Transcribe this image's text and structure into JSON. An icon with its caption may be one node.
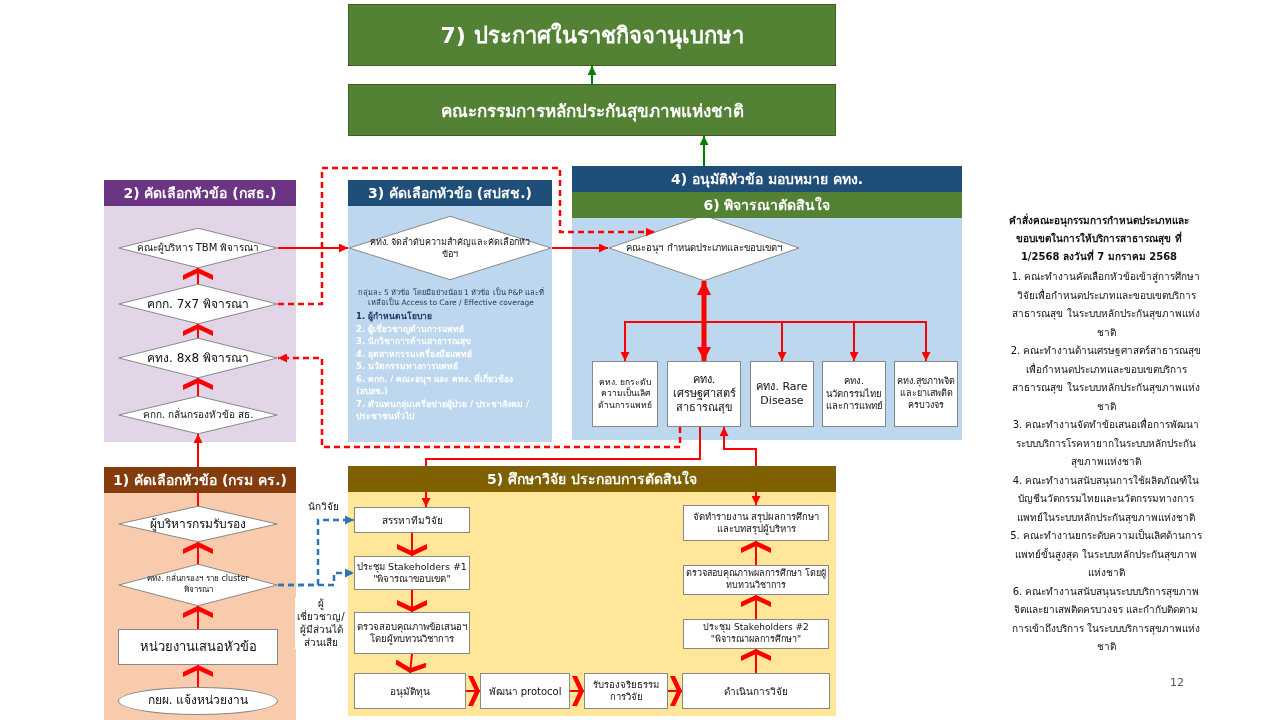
{
  "diagram": {
    "nodes": [
      {
        "text": [
          "7) ประกาศในราชกิจจานุเบกษา"
        ]
      },
      {
        "text": [
          "คณะกรรมการหลักประกันสุขภาพแห่งชาติ"
        ]
      },
      {
        "text": [
          "2) คัดเลือกหัวข้อ (กสธ.)"
        ]
      },
      {
        "text": [
          "คณะผู้บริหาร TBM พิจารณา"
        ],
        "in": 2
      },
      {
        "text": [
          "คกก. 7x7 พิจารณา"
        ],
        "in": 2
      },
      {
        "text": [
          "คทง. 8x8 พิจารณา"
        ],
        "in": 2
      },
      {
        "text": [
          "คกก. กลั่นกรองหัวข้อ สธ."
        ],
        "in": 2
      },
      {
        "text": [
          "3) คัดเลือกหัวข้อ (สปสช.)",
          "กลุ่มละ 5 หัวข้อ โดยมีอย่างน้อย 1 หัวข้อ เป็น P&P และที่เหลือเป็น Access to Care / Effective coverage",
          "1. ผู้กำหนดนโยบาย",
          "2. ผู้เชี่ยวชาญด้านการแพทย์",
          "3. นักวิชาการด้านสาธารณสุข",
          "4. อุตสาหกรรมเครื่องมือแพทย์",
          "5. นวัตกรรมทางการแพทย์",
          "6. คกก. / คณะอนุฯ และ คทง. ที่เกี่ยวข้อง (สปสช.)",
          "7. ตัวแทนกลุ่มเครือข่ายผู้ป่วย / ประชาสังคม / ประชาชนทั่วไป"
        ]
      },
      {
        "text": [
          "คทง. จัดลำดับความสำคัญและคัดเลือกหัวข้อฯ"
        ],
        "in": 7
      },
      {
        "text": [
          "4) อนุมัติหัวข้อ มอบหมาย คทง.",
          "6) พิจารณาตัดสินใจ"
        ]
      },
      {
        "text": [
          "คณะอนุฯ กำหนดประเภทและขอบเขตฯ"
        ],
        "in": 9
      },
      {
        "text": [
          "คทง. ยกระดับความเป็นเลิศด้านการแพทย์"
        ],
        "in": 9
      },
      {
        "text": [
          "คทง. เศรษฐศาสตร์สาธารณสุข"
        ],
        "in": 9
      },
      {
        "text": [
          "คทง. Rare Disease"
        ],
        "in": 9
      },
      {
        "text": [
          "คทง. นวัตกรรมไทยและการแพทย์"
        ],
        "in": 9
      },
      {
        "text": [
          "คทง.สุขภาพจิตและยาเสพติดครบวงจร"
        ],
        "in": 9
      },
      {
        "text": [
          "1) คัดเลือกหัวข้อ (กรม คร.)"
        ]
      },
      {
        "text": [
          "ผู้บริหารกรมรับรอง"
        ],
        "in": 16
      },
      {
        "text": [
          "คทง. กลั่นกรองฯ ราย cluster พิจารณา"
        ],
        "in": 16
      },
      {
        "text": [
          "หน่วยงานเสนอหัวข้อ"
        ],
        "in": 16
      },
      {
        "text": [
          "กยผ. แจ้งหน่วยงาน"
        ],
        "in": 16
      },
      {
        "text": [
          "5) ศึกษาวิจัย ประกอบการตัดสินใจ"
        ]
      },
      {
        "text": [
          "สรรหาทีมวิจัย"
        ],
        "in": 21
      },
      {
        "text": [
          "ประชุม Stakeholders #1 \"พิจารณาขอบเขต\""
        ],
        "in": 21
      },
      {
        "text": [
          "ตรวจสอบคุณภาพข้อเสนอฯ โดยผู้ทบทวนวิชาการ"
        ],
        "in": 21
      },
      {
        "text": [
          "อนุมัติทุน"
        ],
        "in": 21
      },
      {
        "text": [
          "พัฒนา protocol"
        ],
        "in": 21
      },
      {
        "text": [
          "รับรองจริยธรรม การวิจัย"
        ],
        "in": 21
      },
      {
        "text": [
          "ดำเนินการวิจัย"
        ],
        "in": 21
      },
      {
        "text": [
          "ประชุม Stakeholders #2 \"พิจารณาผลการศึกษา\""
        ],
        "in": 21
      },
      {
        "text": [
          "ตรวจสอบคุณภาพผลการศึกษา โดยผู้ทบทวนวิชาการ"
        ],
        "in": 21
      },
      {
        "text": [
          "จัดทำรายงาน สรุปผลการศึกษา และบทสรุปผู้บริหาร"
        ],
        "in": 21
      }
    ],
    "edges": [
      {
        "from": 1,
        "to": 0,
        "arrow": "to",
        "color": "#008000"
      },
      {
        "from": 10,
        "to": 1,
        "arrow": "to",
        "color": "#008000"
      },
      {
        "from": 3,
        "to": 8,
        "arrow": "to"
      },
      {
        "from": 4,
        "to": 10,
        "arrow": "to",
        "style": "dashed"
      },
      {
        "from": 8,
        "to": 10,
        "arrow": "to"
      },
      {
        "from": 10,
        "to": 12,
        "arrow": "both",
        "style": "thick"
      },
      {
        "from": 10,
        "to": 11,
        "arrow": "to"
      },
      {
        "from": 10,
        "to": 13,
        "arrow": "to"
      },
      {
        "from": 10,
        "to": 14,
        "arrow": "to"
      },
      {
        "from": 10,
        "to": 15,
        "arrow": "to"
      },
      {
        "from": 12,
        "to": 22,
        "arrow": "to"
      },
      {
        "from": 12,
        "to": 31,
        "arrow": "both"
      },
      {
        "from": 12,
        "to": 5,
        "arrow": "to",
        "style": "dashed"
      },
      {
        "from": 17,
        "to": 6,
        "arrow": "to"
      },
      {
        "from": 18,
        "to": 17,
        "arrow": "to"
      },
      {
        "from": 19,
        "to": 18,
        "arrow": "to"
      },
      {
        "from": 20,
        "to": 19,
        "arrow": "to"
      },
      {
        "from": 6,
        "to": 5,
        "arrow": "to"
      },
      {
        "from": 5,
        "to": 4,
        "arrow": "to"
      },
      {
        "from": 4,
        "to": 3,
        "arrow": "to"
      },
      {
        "from": 18,
        "to": 22,
        "arrow": "to",
        "style": "dashed",
        "color": "#2e75b6",
        "label": "นักวิจัย"
      },
      {
        "from": 18,
        "to": 23,
        "arrow": "to",
        "style": "dashed",
        "color": "#2e75b6",
        "label": "ผู้เชี่ยวชาญ/ ผู้มีส่วนได้ส่วนเสีย"
      },
      {
        "from": 22,
        "to": 23,
        "arrow": "to"
      },
      {
        "from": 23,
        "to": 24,
        "arrow": "to"
      },
      {
        "from": 24,
        "to": 25,
        "arrow": "to"
      },
      {
        "from": 25,
        "to": 26,
        "arrow": "to"
      },
      {
        "from": 26,
        "to": 27,
        "arrow": "to"
      },
      {
        "from": 27,
        "to": 28,
        "arrow": "to"
      },
      {
        "from": 28,
        "to": 29,
        "arrow": "to"
      },
      {
        "from": 29,
        "to": 30,
        "arrow": "to"
      },
      {
        "from": 30,
        "to": 31,
        "arrow": "to"
      }
    ],
    "labels": [
      "คำสั่งคณะอนุกรรมการกำหนดประเภทและขอบเขตในการให้บริการสาธารณสุข ที่ 1/2568 ลงวันที่ 7 มกราคม 2568",
      "1. คณะทำงานคัดเลือกหัวข้อเข้าสู่การศึกษาวิจัยเพื่อกำหนดประเภทและขอบเขตบริการสาธารณสุข ในระบบหลักประกันสุขภาพแห่งชาติ",
      "2. คณะทำงานด้านเศรษฐศาสตร์สาธารณสุขเพื่อกำหนดประเภทและขอบเขตบริการสาธารณสุข ในระบบหลักประกันสุขภาพแห่งชาติ",
      "3. คณะทำงานจัดทำข้อเสนอเพื่อการพัฒนาระบบบริการโรคหายากในระบบหลักประกันสุขภาพแห่งชาติ",
      "4. คณะทำงานสนับสนุนการใช้ผลิตภัณฑ์ในบัญชีนวัตกรรมไทยและนวัตกรรมทางการแพทย์ในระบบหลักประกันสุขภาพแห่งชาติ",
      "5. คณะทำงานยกระดับความเป็นเลิศด้านการแพทย์ขั้นสูงสุด ในระบบหลักประกันสุขภาพแห่งชาติ",
      "6. คณะทำงานสนับสนุนระบบบริการสุขภาพจิตและยาเสพติดครบวงจร และกำกับติดตามการเข้าถึงบริการ ในระบบบริการสุขภาพแห่งชาติ",
      "12"
    ]
  }
}
